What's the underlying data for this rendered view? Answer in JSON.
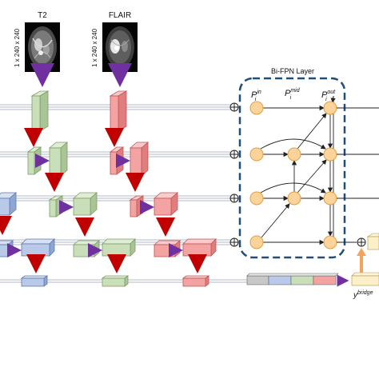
{
  "inputs": {
    "t2_label": "T2",
    "flair_label": "FLAIR",
    "t2_dim": "1 x 240 x 240",
    "flair_dim": "1 x 240 x 240"
  },
  "bifpn": {
    "title": "Bi-FPN Layer",
    "p_in": "P",
    "p_in_sup": "in",
    "p_in_sub": "i",
    "p_mid": "P",
    "p_mid_sup": "mid",
    "p_mid_sub": "i",
    "p_out": "P",
    "p_out_sup": "out",
    "p_out_sub": "i"
  },
  "output": {
    "y_label": "y",
    "y_sup": "bridge"
  },
  "colors": {
    "green_fill": "#c9dfb9",
    "green_stroke": "#7f9a6a",
    "red_fill": "#f4a3a3",
    "red_stroke": "#c05555",
    "blue_fill": "#b8c9ea",
    "blue_stroke": "#5f7aa8",
    "gray_fill": "#c8c8c8",
    "node_fill": "#fbd39b",
    "node_stroke": "#e0a040",
    "bifpn_border": "#1f4e79",
    "purple_arrow": "#7030a0",
    "red_arrow": "#c00000",
    "orange_arrow": "#f4a35a",
    "output_fill": "#fdf0c8"
  }
}
